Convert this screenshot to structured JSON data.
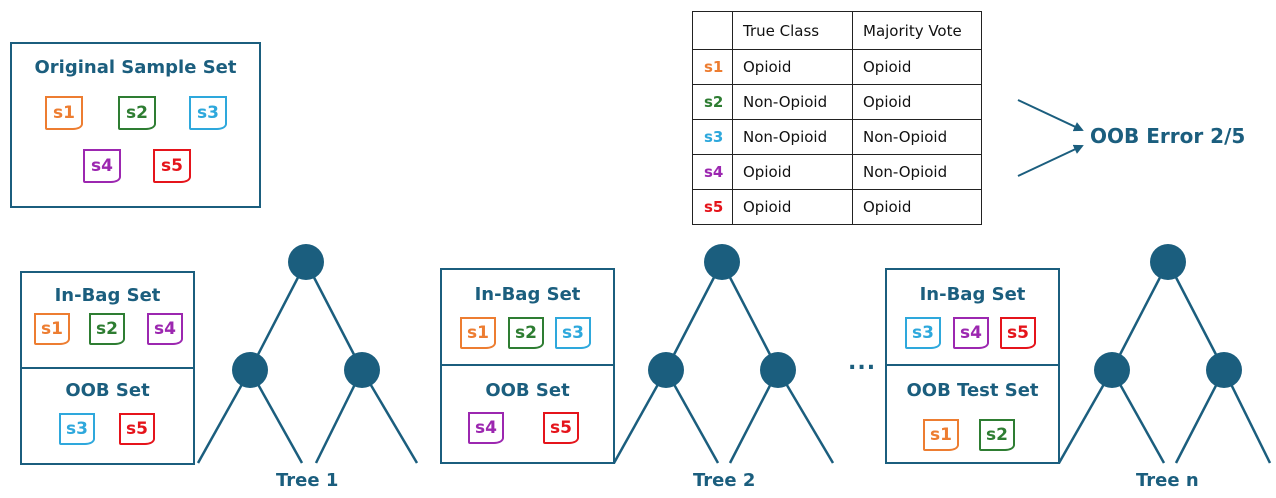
{
  "colors": {
    "theme": "#1b5e7e",
    "s1": "#ed7d31",
    "s2": "#2e7d32",
    "s3": "#2ea8dc",
    "s4": "#9c27b0",
    "s5": "#e5141b"
  },
  "original": {
    "title": "Original Sample Set",
    "samples": [
      "s1",
      "s2",
      "s3",
      "s4",
      "s5"
    ]
  },
  "trees": [
    {
      "label": "Tree 1",
      "in_bag_title": "In-Bag Set",
      "in_bag": [
        "s1",
        "s2",
        "s4"
      ],
      "oob_title": "OOB Set",
      "oob": [
        "s3",
        "s5"
      ]
    },
    {
      "label": "Tree 2",
      "in_bag_title": "In-Bag Set",
      "in_bag": [
        "s1",
        "s2",
        "s3"
      ],
      "oob_title": "OOB Set",
      "oob": [
        "s4",
        "s5"
      ]
    },
    {
      "label": "Tree n",
      "in_bag_title": "In-Bag Set",
      "in_bag": [
        "s3",
        "s4",
        "s5"
      ],
      "oob_title": "OOB Test Set",
      "oob": [
        "s1",
        "s2"
      ]
    }
  ],
  "ellipsis": "...",
  "vote_table": {
    "headers": [
      "",
      "True Class",
      "Majority Vote"
    ],
    "rows": [
      {
        "id": "s1",
        "true_class": "Opioid",
        "vote": "Opioid",
        "misclassified": false
      },
      {
        "id": "s2",
        "true_class": "Non-Opioid",
        "vote": "Opioid",
        "misclassified": true
      },
      {
        "id": "s3",
        "true_class": "Non-Opioid",
        "vote": "Non-Opioid",
        "misclassified": false
      },
      {
        "id": "s4",
        "true_class": "Opioid",
        "vote": "Non-Opioid",
        "misclassified": true
      },
      {
        "id": "s5",
        "true_class": "Opioid",
        "vote": "Opioid",
        "misclassified": false
      }
    ]
  },
  "oob_error": "OOB Error 2/5"
}
